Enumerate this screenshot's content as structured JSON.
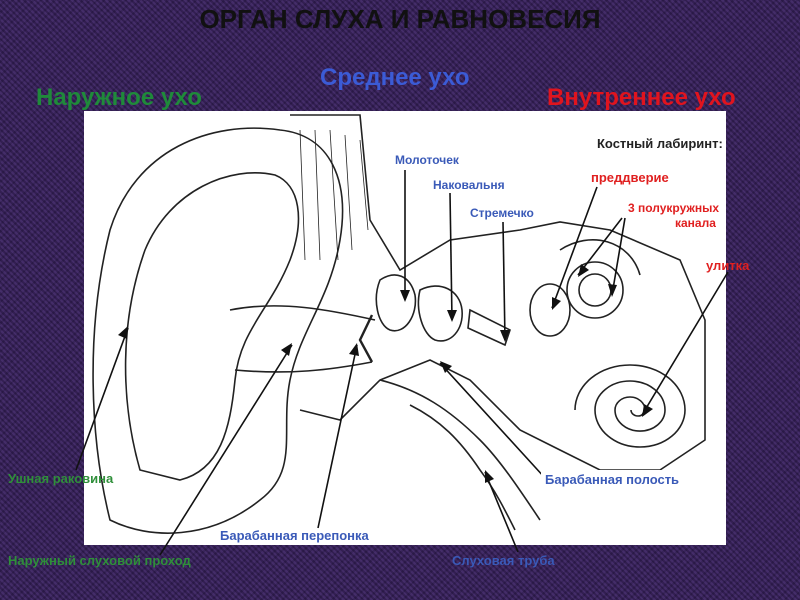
{
  "title": "ОРГАН СЛУХА И РАВНОВЕСИЯ",
  "sections": {
    "outer": "Наружное ухо",
    "middle": "Среднее ухо",
    "inner": "Внутреннее ухо"
  },
  "labels": {
    "hammer": "Молоточек",
    "anvil": "Наковальня",
    "stirrup": "Стремечко",
    "bony_labyrinth": "Костный лабиринт:",
    "vestibule": "преддверие",
    "canals_1": "3 полукружных",
    "canals_2": "канала",
    "cochlea": "улитка",
    "pinna": "Ушная раковина",
    "tympanic_cavity": "Барабанная полость",
    "eardrum": "Барабанная перепонка",
    "ear_canal": "Наружный слуховой проход",
    "eustachian_tube": "Слуховая труба"
  },
  "colors": {
    "background": "#3a2261",
    "outer": "#1f8a3a",
    "middle": "#3b5bd6",
    "inner": "#e0141e",
    "labels_blue": "#3a5ab8",
    "labels_red": "#e02020",
    "labels_green": "#2f8f3a"
  }
}
